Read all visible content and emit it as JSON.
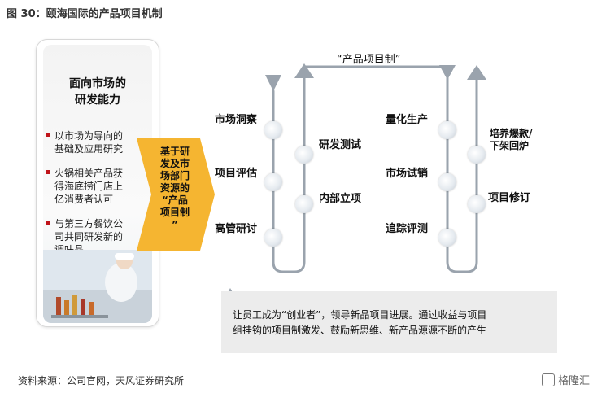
{
  "title": "图 30：颐海国际的产品项目机制",
  "left_panel": {
    "heading_line1": "面向市场的",
    "heading_line2": "研发能力",
    "bullets": [
      {
        "line1": "以市场为导向的",
        "line2": "基础及应用研究",
        "line3": ""
      },
      {
        "line1": "火锅相关产品获",
        "line2": "得海底捞门店上",
        "line3": "亿消费者认可"
      },
      {
        "line1": "与第三方餐饮公",
        "line2": "司共同研发新的",
        "line3": "调味品"
      }
    ]
  },
  "big_arrow": {
    "lines": [
      "基于研",
      "发及市",
      "场部门",
      "资源的",
      "“产品",
      "项目制",
      "”"
    ]
  },
  "top_label": "“产品项目制”",
  "column1": [
    "市场洞察",
    "项目评估",
    "高管研讨"
  ],
  "column2": [
    "研发测试",
    "内部立项"
  ],
  "column3": [
    "量化生产",
    "市场试销",
    "追踪评测"
  ],
  "column4": {
    "line1": "培养爆款/",
    "line2": "下架回炉",
    "item2": "项目修订"
  },
  "bottom_text": {
    "line1": "让员工成为“创业者”，领导新品项目进展。通过收益与项目",
    "line2": "组挂钩的项目制激发、鼓励新思维、新产品源源不断的产生"
  },
  "source": "资料来源：公司官网，天风证券研究所",
  "watermark": "格隆汇",
  "colors": {
    "accent": "#e8a44a",
    "arrow": "#f5b531",
    "bullet": "#c0141a",
    "flow": "#9aa3ad"
  }
}
